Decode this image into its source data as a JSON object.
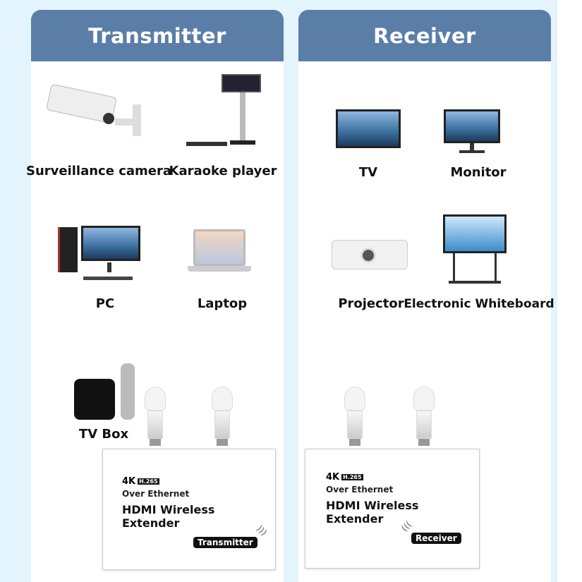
{
  "transmitter": {
    "title": "Transmitter",
    "sources": [
      {
        "label": "Surveillance camera",
        "icon": "camera-icon"
      },
      {
        "label": "Karaoke player",
        "icon": "karaoke-icon"
      },
      {
        "label": "PC",
        "icon": "pc-icon"
      },
      {
        "label": "Laptop",
        "icon": "laptop-icon"
      },
      {
        "label": "TV Box",
        "icon": "tv-box-icon"
      }
    ],
    "device": {
      "res": "4K",
      "codec": "H.265",
      "line1": "Over Ethernet",
      "line2": "HDMI Wireless Extender",
      "tag": "Transmitter"
    }
  },
  "receiver": {
    "title": "Receiver",
    "displays": [
      {
        "label": "TV",
        "icon": "tv-icon"
      },
      {
        "label": "Monitor",
        "icon": "monitor-icon"
      },
      {
        "label": "Projector",
        "icon": "projector-icon"
      },
      {
        "label": "Electronic Whiteboard",
        "icon": "whiteboard-icon"
      }
    ],
    "device": {
      "res": "4K",
      "codec": "H.265",
      "line1": "Over Ethernet",
      "line2": "HDMI Wireless Extender",
      "tag": "Receiver"
    }
  },
  "colors": {
    "header": "#5a7ea7",
    "background": "#e3f4fc"
  }
}
